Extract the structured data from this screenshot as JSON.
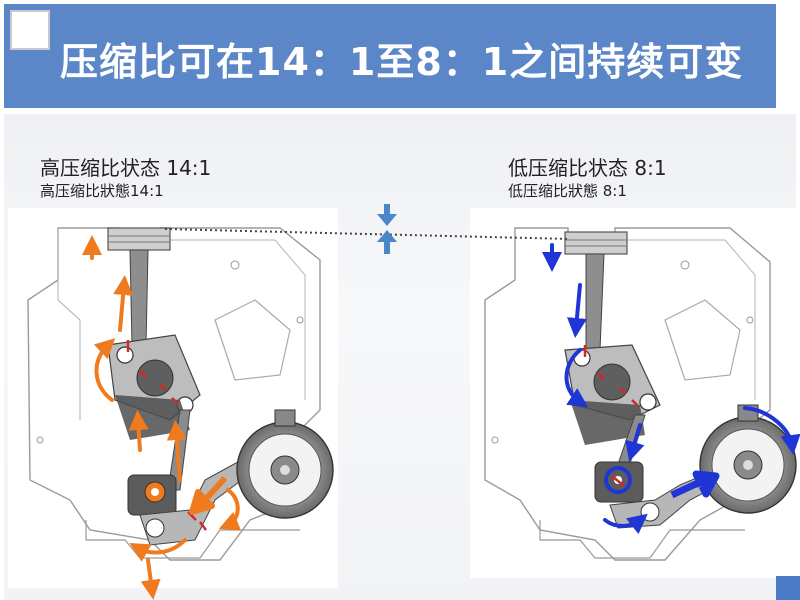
{
  "header": {
    "title": "压缩比可在14：1至8：1之间持续可变"
  },
  "panels": [
    {
      "title": "高压缩比状态 14:1",
      "subtitle": "高压缩比狀態14:1",
      "arrow_color": "#f07a1e"
    },
    {
      "title": "低压缩比状态 8:1",
      "subtitle": "低压缩比狀態 8:1",
      "arrow_color": "#1f35d6"
    }
  ],
  "colors": {
    "header_bg": "#5b86c8",
    "indicator_arrow": "#4a86c8",
    "marker_red": "#d12828"
  }
}
